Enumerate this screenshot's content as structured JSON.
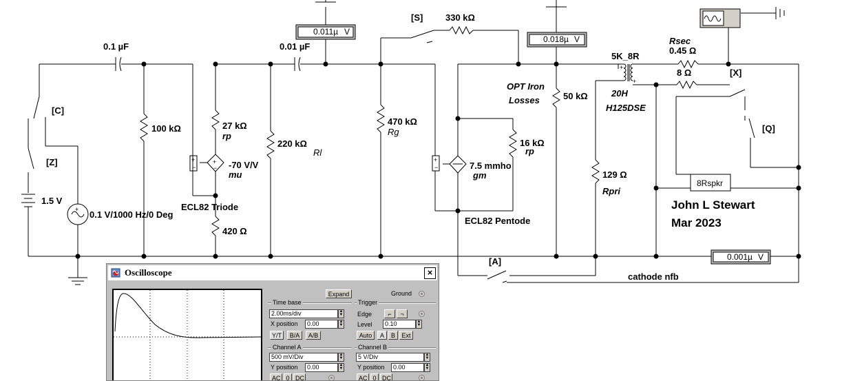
{
  "schematic": {
    "cap_input": "0.1 µF",
    "cap_coupling": "0.01 µF",
    "switch_s": "[S]",
    "res_feedback": "330 kΩ",
    "switch_c": "[C]",
    "switch_z": "[Z]",
    "battery": "1.5 V",
    "res_grid": "100 kΩ",
    "triode_rp_value": "27 kΩ",
    "triode_rp_name": "rp",
    "triode_mu_value": "-70 V/V",
    "triode_mu_name": "mu",
    "triode_label": "ECL82 Triode",
    "triode_cathode_res": "420 Ω",
    "source": "0.1 V/1000 Hz/0 Deg",
    "res_rl_value": "220 kΩ",
    "res_rl_name": "Rl",
    "res_rg_value": "470 kΩ",
    "res_rg_name": "Rg",
    "pentode_rp_value": "16 kΩ",
    "pentode_rp_name": "rp",
    "pentode_gm_value": "7.5 mmho",
    "pentode_gm_name": "gm",
    "pentode_label": "ECL82 Pentode",
    "opt_label_1": "OPT Iron",
    "opt_label_2": "Losses",
    "res_losses": "50 kΩ",
    "transformer_name": "5K_8R",
    "transformer_l": "20H",
    "transformer_model": "H125DSE",
    "rpri_value": "129 Ω",
    "rpri_name": "Rpri",
    "rsec_name": "Rsec",
    "rsec_value": "0.45 Ω",
    "load_res": "8 Ω",
    "switch_x": "[X]",
    "switch_q": "[Q]",
    "speaker": "8Rspkr",
    "author": "John L Stewart",
    "date": "Mar 2023",
    "switch_a": "[A]",
    "cathode_nfb": "cathode nfb",
    "meter_1": "0.011µ",
    "meter_2": "0.018µ",
    "meter_3": "0.001µ",
    "meter_unit": "V"
  },
  "oscilloscope": {
    "title": "Oscilloscope",
    "expand": "Expand",
    "ground": "Ground",
    "timebase": {
      "label": "Time base",
      "value": "2.00ms/div",
      "xpos_label": "X position",
      "xpos_value": "0.00",
      "modes": [
        "Y/T",
        "B/A",
        "A/B"
      ]
    },
    "trigger": {
      "label": "Trigger",
      "edge_label": "Edge",
      "level_label": "Level",
      "level_value": "0.10",
      "modes": [
        "Auto",
        "A",
        "B",
        "Ext"
      ]
    },
    "channel_a": {
      "label": "Channel A",
      "value": "500 mV/Div",
      "ypos_label": "Y position",
      "ypos_value": "0.00",
      "coupling": [
        "AC",
        "0",
        "DC"
      ]
    },
    "channel_b": {
      "label": "Channel B",
      "value": "5  V/Div",
      "ypos_label": "Y position",
      "ypos_value": "0.00",
      "coupling": [
        "AC",
        "0",
        "DC"
      ]
    }
  }
}
